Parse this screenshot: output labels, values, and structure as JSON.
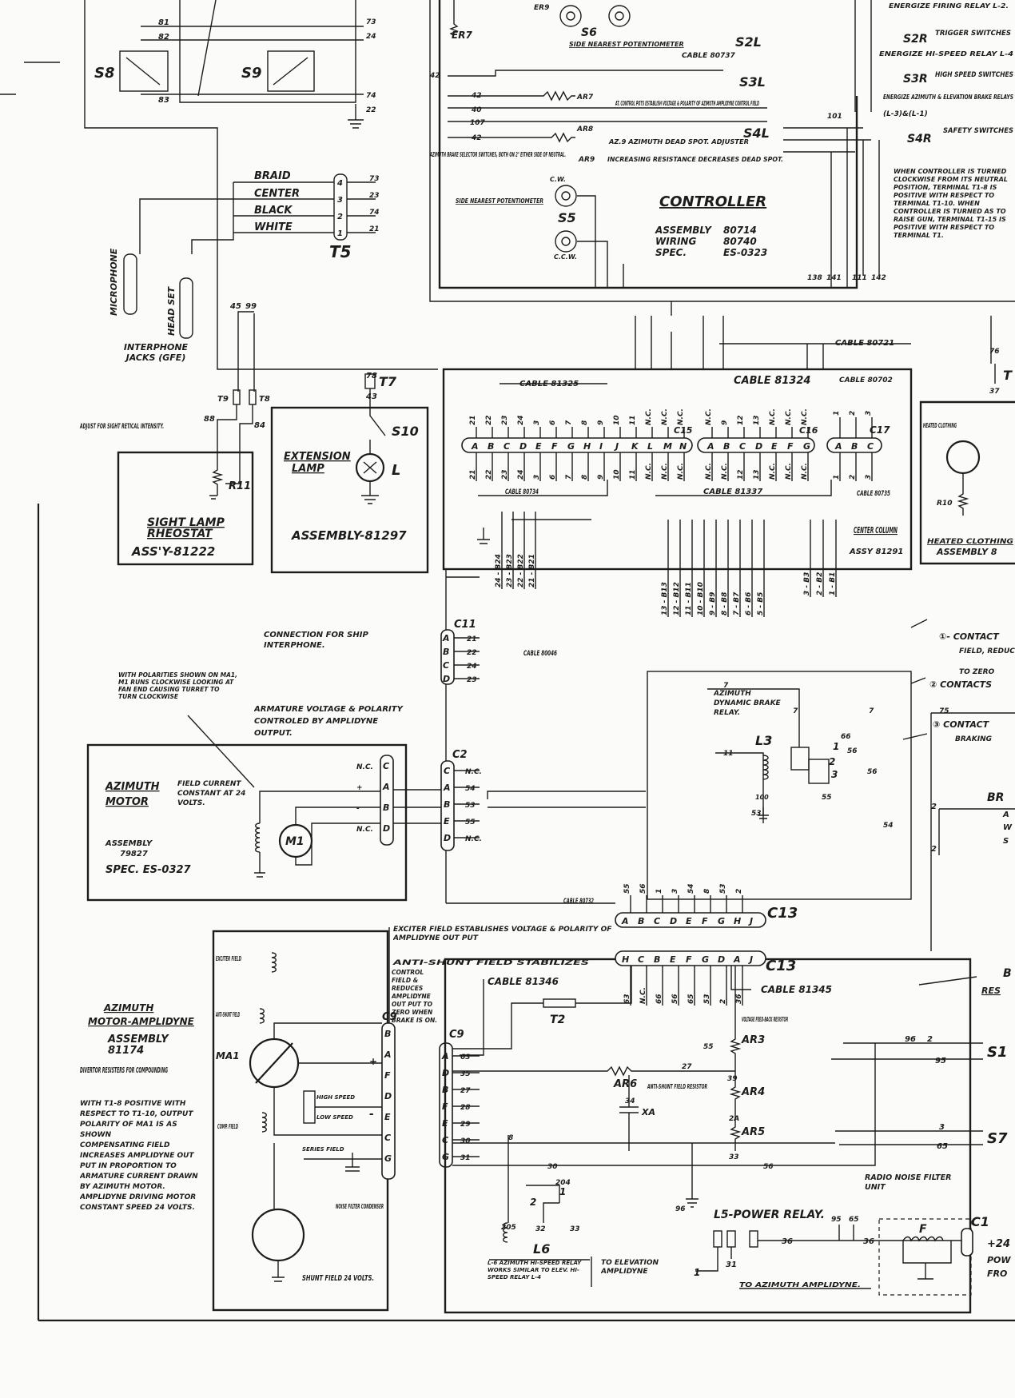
{
  "colors": {
    "paper": "#fbfbf9",
    "ink": "#1c1c1c"
  },
  "top_left": {
    "s8": "S8",
    "s9": "S9",
    "w81": "81",
    "w82": "82",
    "w83": "83",
    "w73": "73",
    "w24": "24",
    "w74": "74",
    "w22": "22"
  },
  "top_middle": {
    "er7": "ER7",
    "er9": "ER9",
    "s6": "S6",
    "side_nearest_pot_a": "SIDE NEAREST POTENTIOMETER",
    "cable_80737": "CABLE 80737",
    "s2l": "S2L",
    "s3l": "S3L",
    "s4l": "S4L",
    "w42a": "42",
    "w42b": "42",
    "w40": "40",
    "w107": "107",
    "w42c": "42",
    "at_control_pots": "AT. CONTROL POTS ESTABLISH VOLTAGE & POLARITY OF AZIMUTH AMPLIDYNE CONTROL FIELD",
    "ar7": "AR7",
    "ar8": "AR8",
    "ar9": "AR9",
    "az9": "AZ.9 AZIMUTH DEAD SPOT. ADJUSTER",
    "increasing": "INCREASING RESISTANCE DECREASES DEAD SPOT.",
    "brake_selector": "AZIMUTH BRAKE SELECTOR SWITCHES, BOTH ON 2° EITHER SIDE OF NEUTRAL.",
    "cw": "C.W.",
    "ccw": "C.C.W.",
    "side_nearest_pot_b": "SIDE NEAREST POTENTIOMETER",
    "s5": "S5",
    "controller": "CONTROLLER",
    "assembly": "ASSEMBLY",
    "assembly_no": "80714",
    "wiring": "WIRING",
    "wiring_no": "80740",
    "spec": "SPEC.",
    "spec_no": "ES-0323",
    "w101": "101",
    "w138": "138",
    "w141": "141",
    "w111": "111",
    "w142": "142"
  },
  "top_right": {
    "energize_l2": "ENERGIZE FIRING RELAY L-2.",
    "s2r": "S2R",
    "trigger": "TRIGGER SWITCHES",
    "energize_l4": "ENERGIZE HI-SPEED RELAY L-4",
    "s3r": "S3R",
    "hispeed": "HIGH SPEED SWITCHES",
    "energize_az": "ENERGIZE AZIMUTH & ELEVATION BRAKE RELAYS",
    "l3l1": "(L-3)&(L-1)",
    "s4r": "S4R",
    "safety": "SAFETY SWITCHES",
    "when_note": "WHEN CONTROLLER IS TURNED CLOCKWISE FROM ITS NEUTRAL POSITION, TERMINAL T1-8 IS POSITIVE WITH RESPECT TO TERMINAL T1-10. WHEN CONTROLLER IS TURNED AS TO RAISE GUN, TERMINAL T1-15 IS POSITIVE WITH RESPECT TO TERMINAL T1."
  },
  "t5": {
    "braid": "BRAID",
    "center": "CENTER",
    "black": "BLACK",
    "white": "WHITE",
    "n4": "4",
    "n3": "3",
    "n2": "2",
    "n1": "1",
    "w73": "73",
    "w23": "23",
    "w74": "74",
    "w21": "21",
    "label": "T5"
  },
  "interphone": {
    "microphone": "MICROPHONE",
    "head_set": "HEAD SET",
    "jacks": "INTERPHONE JACKS (GFE)",
    "w45": "45",
    "w99": "99",
    "w78": "78",
    "w43": "43"
  },
  "sight_lamp": {
    "adjust": "ADJUST FOR SIGHT RETICAL INTENSITY.",
    "t9": "T9",
    "t8": "T8",
    "w88": "88",
    "w84": "84",
    "r11": "R11",
    "title_1": "SIGHT LAMP",
    "title_2": "RHEOSTAT",
    "assy": "ASS'Y-81222"
  },
  "ext_lamp": {
    "t7": "T7",
    "s10": "S10",
    "l": "L",
    "title_1": "EXTENSION",
    "title_2": "LAMP",
    "assy": "ASSEMBLY-81297"
  },
  "center_column": {
    "cable_81325": "CABLE 81325",
    "cable_81324": "CABLE 81324",
    "cable_80702": "CABLE 80702",
    "cable_80721": "CABLE 80721",
    "c15": "C15",
    "c16": "C16",
    "c17": "C17",
    "c15_pins": [
      "A",
      "B",
      "C",
      "D",
      "E",
      "F",
      "G",
      "H",
      "I",
      "J",
      "K",
      "L",
      "M",
      "N"
    ],
    "c16_pins": [
      "A",
      "B",
      "C",
      "D",
      "E",
      "F",
      "G"
    ],
    "c17_pins": [
      "A",
      "B",
      "C"
    ],
    "c15_top": [
      "21",
      "22",
      "23",
      "24",
      "3",
      "6",
      "7",
      "8",
      "9",
      "10",
      "11",
      "N.C.",
      "N.C.",
      "N.C."
    ],
    "c15_bottom": [
      "21",
      "22",
      "23",
      "24",
      "3",
      "6",
      "7",
      "8",
      "9",
      "10",
      "11",
      "N.C.",
      "N.C.",
      "N.C."
    ],
    "c16_top": [
      "N.C.",
      "9",
      "12",
      "13",
      "N.C.",
      "N.C.",
      "N.C."
    ],
    "c16_bottom": [
      "N.C.",
      "N.C.",
      "12",
      "13",
      "N.C.",
      "N.C.",
      "N.C."
    ],
    "c17_top": [
      "1",
      "2",
      "3"
    ],
    "c17_bottom": [
      "1",
      "2",
      "3"
    ],
    "cable_80734": "CABLE 80734",
    "cable_81337": "CABLE 81337",
    "cable_80735": "CABLE 80735",
    "b_left": [
      "24 - B24",
      "23 - B23",
      "22 - B22",
      "21 - B21"
    ],
    "b_mid": [
      "13 - B13",
      "12 - B12",
      "11 - B11",
      "10 - B10",
      "9 - B9",
      "8 - B8",
      "7 - B7",
      "6 - B6",
      "5 - B5"
    ],
    "b_right": [
      "3 - B3",
      "2 - B2",
      "1 - B1"
    ],
    "title": "CENTER COLUMN",
    "assy": "ASSY 81291",
    "w76": "76",
    "w37": "37",
    "t_partial": "T"
  },
  "heated": {
    "heated_clothing": "HEATED CLOTHING",
    "r10": "R10",
    "title": "HEATED CLOTHING",
    "assy": "ASSEMBLY 8"
  },
  "c11": {
    "label": "C11",
    "pins": [
      "A",
      "B",
      "C",
      "D"
    ],
    "wires": [
      "21",
      "22",
      "24",
      "23"
    ],
    "connection": "CONNECTION FOR SHIP INTERPHONE.",
    "cable": "CABLE 80046"
  },
  "notes_right": {
    "n1": "①- CONTACT",
    "n1b": "FIELD, REDUCE",
    "n1c": "TO ZERO",
    "n2": "② CONTACTS",
    "n3": "③ CONTACT",
    "n3b": "BRAKING",
    "br": "BR",
    "a": "A",
    "w": "W",
    "s": "S"
  },
  "motor_notes": {
    "polarities": "WITH POLARITIES SHOWN ON MA1, M1 RUNS CLOCKWISE LOOKING AT FAN END CAUSING TURRET TO TURN CLOCKWISE",
    "armature": "ARMATURE VOLTAGE & POLARITY CONTROLED BY AMPLIDYNE OUTPUT."
  },
  "brake_relay": {
    "title": "AZIMUTH DYNAMIC BRAKE RELAY.",
    "l3": "L3",
    "w7a": "7",
    "w7b": "7",
    "w7c": "7",
    "w11": "11",
    "w100": "100",
    "w66": "66",
    "w56a": "56",
    "w56b": "56",
    "w53": "53",
    "w55": "55",
    "c1": "1",
    "c2": "2",
    "c3": "3",
    "w75": "75",
    "w54": "54",
    "w2a": "2",
    "w2b": "2"
  },
  "az_motor": {
    "title": "AZIMUTH",
    "title_2": "MOTOR",
    "field": "FIELD CURRENT CONSTANT AT 24 VOLTS.",
    "m1": "M1",
    "assembly": "ASSEMBLY",
    "assembly_no": "79827",
    "spec": "SPEC. ES-0327",
    "pins": [
      "C",
      "A",
      "B",
      "D"
    ],
    "pin_labels": [
      "N.C.",
      "+",
      "-",
      "N.C."
    ]
  },
  "c2": {
    "label": "C2",
    "pins": [
      "C",
      "A",
      "B",
      "E",
      "D"
    ],
    "wires": [
      "N.C.",
      "54",
      "53",
      "55",
      "N.C."
    ]
  },
  "c13_upper": {
    "cable": "CABLE 80732",
    "wires": [
      "55",
      "56",
      "1",
      "3",
      "54",
      "8",
      "53",
      "2"
    ],
    "pins": [
      "A",
      "B",
      "C",
      "D",
      "E",
      "F",
      "G",
      "H",
      "J"
    ],
    "label": "C13"
  },
  "exciter_notes": {
    "exciter": "EXCITER FIELD ESTABLISHES VOLTAGE & POLARITY OF AMPLIDYNE OUT PUT",
    "anti": "ANTI-SHUNT FIELD STABILIZES",
    "control": "CONTROL FIELD & REDUCES AMPLIDYNE OUT PUT TO ZERO WHEN BRAKE IS ON."
  },
  "amplidyne": {
    "exciter": "EXCITER FIELD",
    "anti_shunt": "ANTI-SHUNT FIELD",
    "ma1": "MA1",
    "high_speed": "HIGH SPEED",
    "low_speed": "LOW SPEED",
    "comp": "COMP. FIELD",
    "series": "SERIES FIELD",
    "noise": "NOISE FILTER CONDENSER",
    "shunt": "SHUNT FIELD 24 VOLTS.",
    "title_1": "AZIMUTH",
    "title_2": "MOTOR-AMPLIDYNE",
    "assembly": "ASSEMBLY",
    "assembly_no": "81174",
    "divertor": "DIVERTOR RESISTERS FOR COMPOUNDING",
    "with_t1": "WITH T1-8 POSITIVE WITH RESPECT TO T1-10, OUTPUT POLARITY OF MA1 IS AS SHOWN",
    "compensating": "COMPENSATING FIELD INCREASES AMPLIDYNE OUT PUT IN PROPORTION TO ARMATURE CURRENT DRAWN BY AZIMUTH MOTOR.",
    "amplidyne_driving": "AMPLIDYNE DRIVING MOTOR CONSTANT SPEED 24 VOLTS."
  },
  "c9": {
    "label": "C9",
    "left_pins": [
      "B",
      "A",
      "F",
      "D",
      "E",
      "C",
      "G"
    ],
    "right_pins": [
      "A",
      "D",
      "B",
      "F",
      "E",
      "C",
      "G"
    ],
    "wires": [
      "63",
      "35",
      "27",
      "28",
      "29",
      "30",
      "31"
    ],
    "plus": "+",
    "minus": "-"
  },
  "lower": {
    "c13_pins": [
      "H",
      "C",
      "B",
      "E",
      "F",
      "G",
      "D",
      "A",
      "J"
    ],
    "c13_wires": [
      "63",
      "N.C.",
      "66",
      "56",
      "65",
      "53",
      "2",
      "36"
    ],
    "c13_label": "C13",
    "cable_81346": "CABLE 81346",
    "cable_81345": "CABLE 81345",
    "t2": "T2",
    "voltage_feedback": "VOLTAGE FEED-BACK RESISTOR",
    "ar3": "AR3",
    "ar4": "AR4",
    "ar5": "AR5",
    "ar6": "AR6",
    "anti_shunt_res": "ANTI-SHUNT FIELD RESISTOR",
    "xa": "XA",
    "w55": "55",
    "w27": "27",
    "w34": "34",
    "w39": "39",
    "w33": "33",
    "w2A": "2A",
    "w56": "56",
    "w30": "30",
    "w96": "96",
    "w95": "95",
    "w204": "204",
    "w205": "205",
    "w32": "32",
    "w33b": "33",
    "w8": "8",
    "l6": "L6",
    "l6_note": "L-6 AZIMUTH HI-SPEED RELAY WORKS SIMILAR TO ELEV. HI-SPEED RELAY L-4",
    "to_elevation": "TO ELEVATION AMPLIDYNE",
    "l5": "L5-POWER RELAY.",
    "w1": "1",
    "w31": "31",
    "w36a": "36",
    "w36b": "36",
    "w65": "65",
    "w95b": "95",
    "to_azimuth": "TO AZIMUTH AMPLIDYNE.",
    "radio_noise": "RADIO NOISE FILTER UNIT",
    "f": "F",
    "c1": "C1",
    "plus24": "+24",
    "pow": "POW",
    "fro": "FRO",
    "s1": "S1",
    "s7": "S7",
    "w2b": "2",
    "w96b": "96",
    "w95c": "95",
    "w3": "3",
    "w65b": "65",
    "br_partial": "B",
    "res_partial": "RES"
  }
}
